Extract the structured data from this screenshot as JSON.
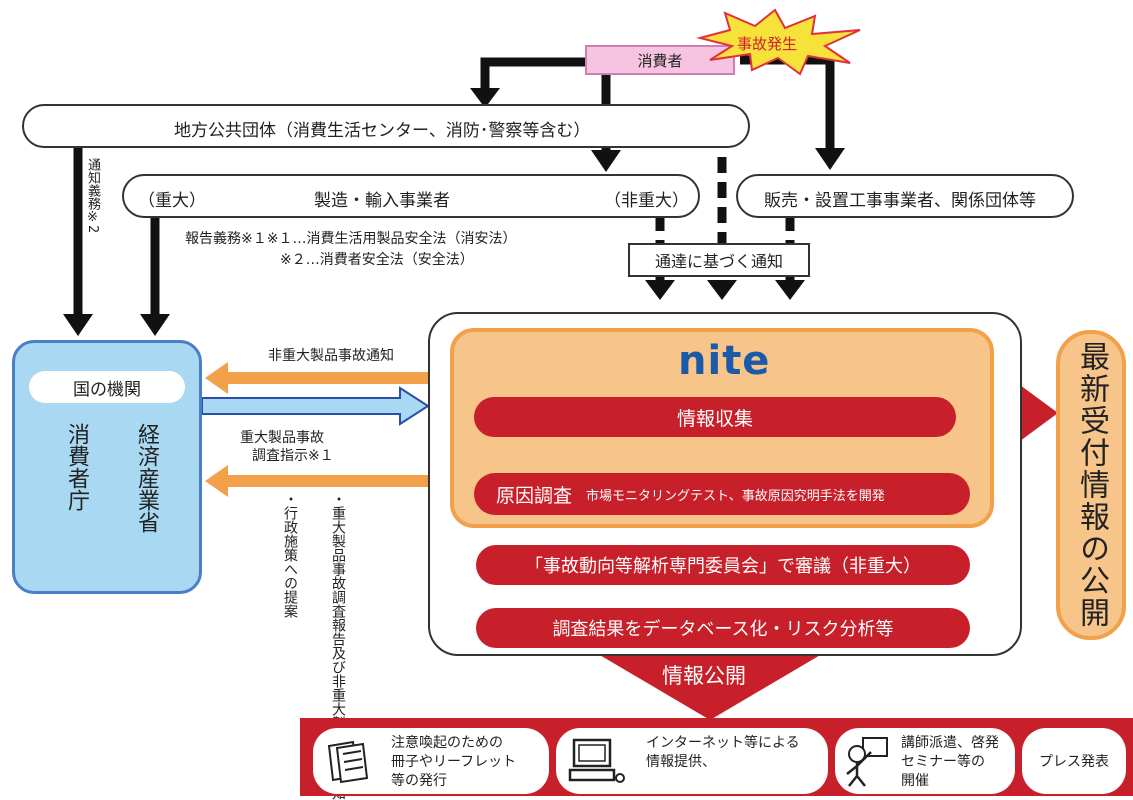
{
  "top": {
    "consumer_label": "消費者",
    "accident_label": "事故発生"
  },
  "local_gov": {
    "label": "地方公共団体（消費生活センター、消防･警察等含む）"
  },
  "notification_duty": "通知義務※2",
  "manufacturer": {
    "serious": "（重大）",
    "label": "製造・輸入事業者",
    "nonserious": "（非重大）"
  },
  "sales": {
    "label": "販売・設置工事事業者、関係団体等"
  },
  "report_duty": {
    "line1": "報告義務※１※１…消費生活用製品安全法（消安法）",
    "line2": "※２…消費者安全法（安全法）"
  },
  "tsutatsu": "通達に基づく通知",
  "gov": {
    "header": "国の機関",
    "meti": "経済産業省",
    "caa": "消費者庁"
  },
  "arrows_mid": {
    "nonserious_notice": "非重大製品事故通知",
    "serious_line1": "重大製品事故",
    "serious_line2": "調査指示※１"
  },
  "report_items": {
    "item1": "・重大製品事故調査報告及び非重大製品事故通知",
    "item2": "・行政施策への提案"
  },
  "nite": {
    "logo": "nite",
    "collect": "情報収集",
    "cause_title": "原因調査",
    "cause_desc": "市場モニタリングテスト、事故原因究明手法を開発",
    "committee": "「事故動向等解析専門委員会」で審議（非重大）",
    "database": "調査結果をデータベース化・リスク分析等",
    "publish": "情報公開"
  },
  "latest_info": "最新受付情報の公開",
  "bottom": {
    "card1": [
      "注意喚起のための",
      "冊子やリーフレット",
      "等の発行"
    ],
    "card2": [
      "インターネット等による",
      "情報提供、"
    ],
    "card3": [
      "講師派遣、啓発",
      "セミナー等の",
      "開催"
    ],
    "card4": "プレス発表"
  },
  "colors": {
    "red": "#c8202b",
    "orange_bg": "#f7c48a",
    "orange_border": "#f2a04a",
    "blue_box": "#a9d8f2",
    "blue_border": "#4a7fc8",
    "pink": "#f6c4e0",
    "nite_blue": "#1a5aa8"
  }
}
